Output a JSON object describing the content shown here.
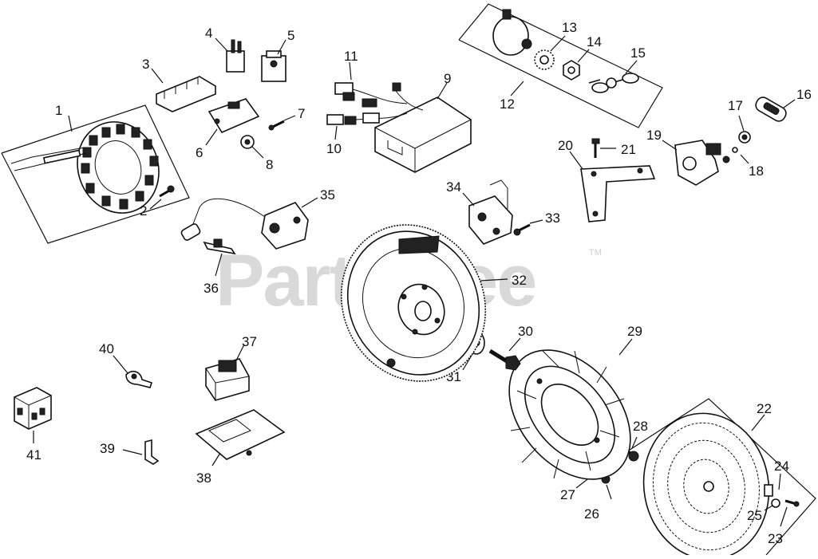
{
  "watermark": {
    "text": "PartsTree",
    "trademark": "TM"
  },
  "callouts": {
    "c1": "1",
    "c2": "2",
    "c3": "3",
    "c4": "4",
    "c5": "5",
    "c6": "6",
    "c7": "7",
    "c8": "8",
    "c9": "9",
    "c10": "10",
    "c11": "11",
    "c12": "12",
    "c13": "13",
    "c14": "14",
    "c15": "15",
    "c16": "16",
    "c17": "17",
    "c18": "18",
    "c19": "19",
    "c20": "20",
    "c21": "21",
    "c22": "22",
    "c23": "23",
    "c24": "24",
    "c25": "25",
    "c26": "26",
    "c27": "27",
    "c28": "28",
    "c29": "29",
    "c30": "30",
    "c31": "31",
    "c32": "32",
    "c33": "33",
    "c34": "34",
    "c35": "35",
    "c36": "36",
    "c37": "37",
    "c38": "38",
    "c39": "39",
    "c40": "40",
    "c41": "41"
  }
}
